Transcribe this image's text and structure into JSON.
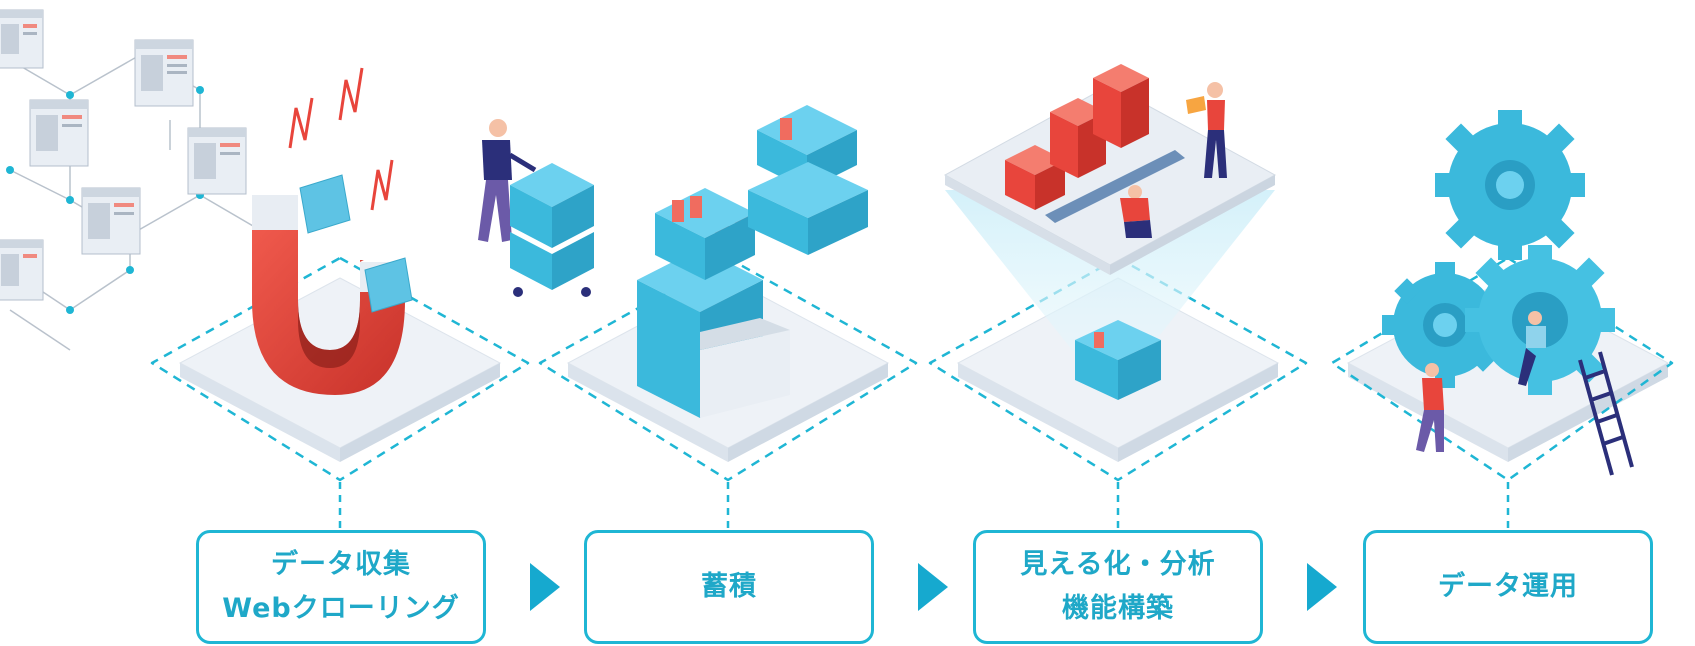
{
  "steps": [
    {
      "line1": "データ収集",
      "line2": "Webクローリング",
      "icon": "magnet-icon"
    },
    {
      "line1": "蓄積",
      "line2": "",
      "icon": "file-cabinet-icon"
    },
    {
      "line1": "見える化・分析",
      "line2": "機能構築",
      "icon": "bar-chart-icon"
    },
    {
      "line1": "データ運用",
      "line2": "",
      "icon": "gears-icon"
    }
  ],
  "colors": {
    "accent": "#1fb6d4",
    "label_text": "#1fa8c8",
    "arrow": "#16a9cf",
    "red": "#e8453c",
    "navy": "#2b2f7a",
    "box_blue": "#3bb9dc",
    "platform": "#eef2f7"
  }
}
